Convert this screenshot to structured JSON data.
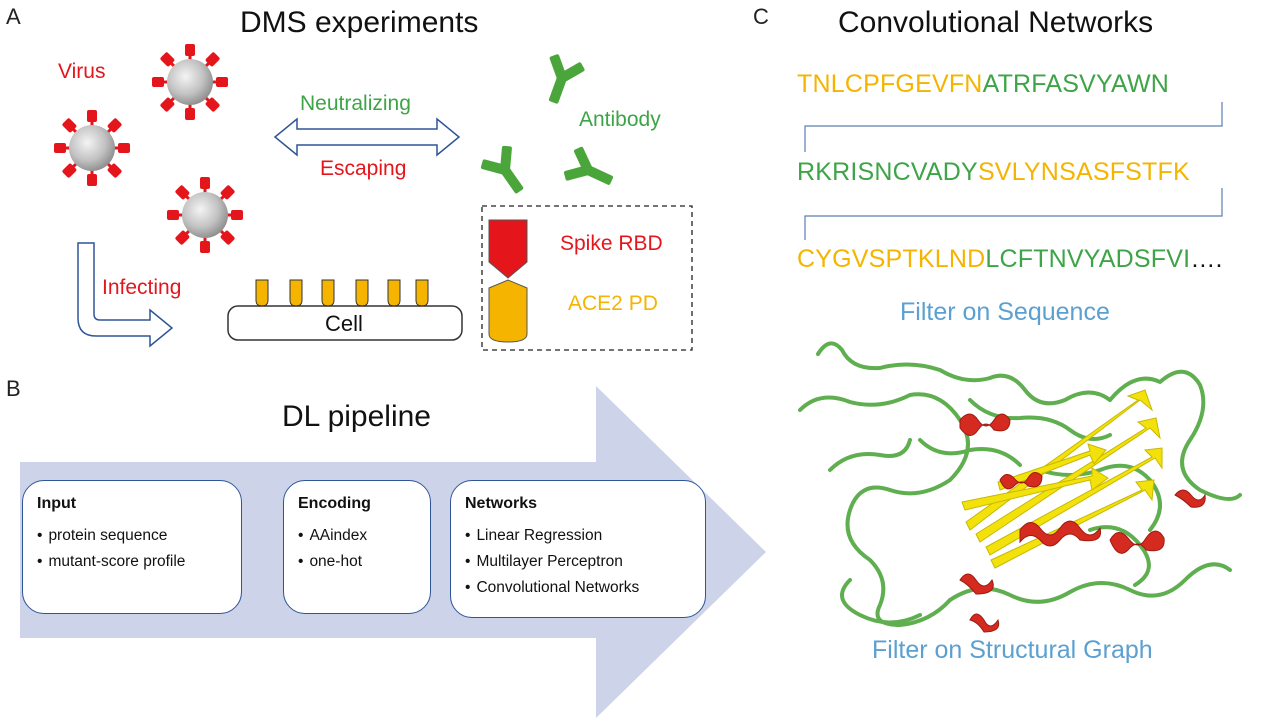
{
  "panel_a": {
    "letter": "A",
    "title": "DMS experiments",
    "virus_label": "Virus",
    "neutralizing_label": "Neutralizing",
    "escaping_label": "Escaping",
    "antibody_label": "Antibody",
    "infecting_label": "Infecting",
    "cell_label": "Cell",
    "spike_label": "Spike RBD",
    "ace2_label": "ACE2 PD"
  },
  "panel_b": {
    "letter": "B",
    "title": "DL pipeline",
    "boxes": [
      {
        "heading": "Input",
        "items": [
          "protein sequence",
          "mutant-score profile"
        ]
      },
      {
        "heading": "Encoding",
        "items": [
          "AAindex",
          "one-hot"
        ]
      },
      {
        "heading": "Networks",
        "items": [
          "Linear Regression",
          "Multilayer Perceptron",
          "Convolutional Networks"
        ]
      }
    ]
  },
  "panel_c": {
    "letter": "C",
    "title": "Convolutional Networks",
    "seq_line1": {
      "yellow": "TNLCPFGEVFN",
      "green": "ATRFASVYAWN"
    },
    "seq_line2": {
      "green": "RKRISNCVADY",
      "yellow": "SVLYNSASFSTFK"
    },
    "seq_line3": {
      "yellow": "CYGVSPTKLND",
      "green": "LCFTNVYADSFVI",
      "tail": "…."
    },
    "filter_sequence_label": "Filter on Sequence",
    "filter_graph_label": "Filter on Structural Graph"
  },
  "colors": {
    "virus_red": "#e4161c",
    "antibody_green": "#3da447",
    "ace2_yellow": "#f5b400",
    "arrow_fill": "#cdd3e8",
    "box_border": "#2f5597",
    "filter_blue": "#5ba0d0"
  }
}
